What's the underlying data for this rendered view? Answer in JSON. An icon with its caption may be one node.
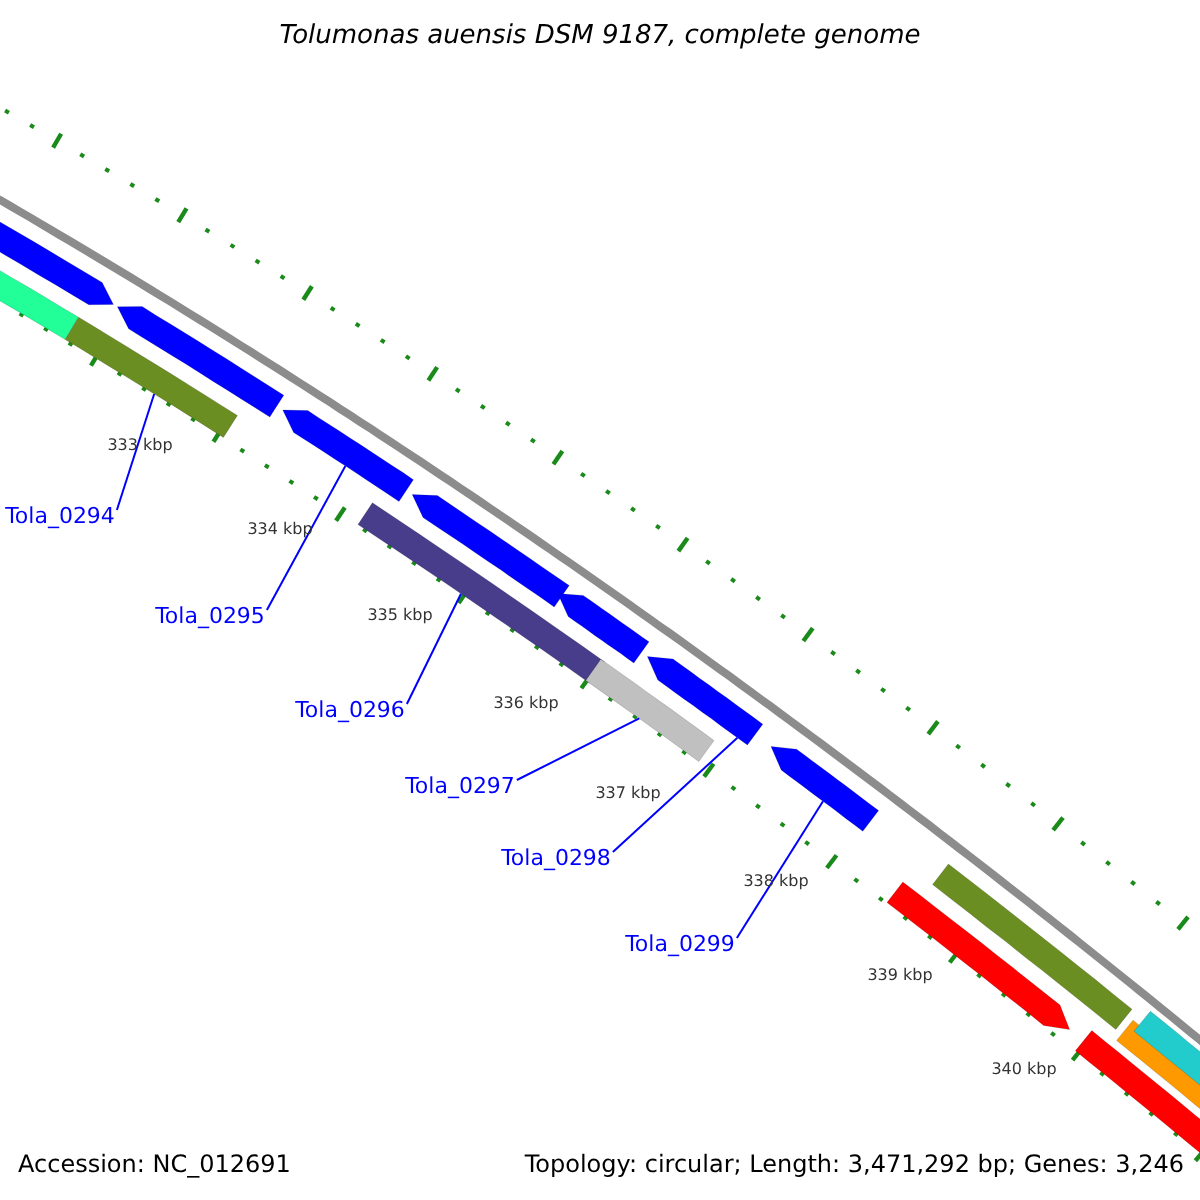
{
  "diagram": {
    "title": "Tolumonas auensis DSM 9187, complete genome",
    "nodes": [
      {
        "text": [],
        "shape": "bar"
      },
      {
        "text": [],
        "shape": "bar"
      },
      {
        "text": [],
        "shape": "bar"
      },
      {
        "text": [],
        "shape": "bar"
      },
      {
        "text": [],
        "shape": "bar"
      },
      {
        "text": [],
        "shape": "bar"
      },
      {
        "text": [],
        "shape": "bar"
      },
      {
        "text": [],
        "shape": "bar"
      },
      {
        "text": [],
        "shape": "bar"
      },
      {
        "text": [],
        "shape": "bar"
      },
      {
        "text": [],
        "shape": "bar"
      },
      {
        "text": [],
        "shape": "bar"
      },
      {
        "text": [],
        "shape": "bar"
      },
      {
        "text": [],
        "shape": "bar"
      },
      {
        "text": [],
        "shape": "bar"
      },
      {
        "text": [],
        "shape": "bar"
      },
      {
        "text": [
          "Tola_0294"
        ]
      },
      {
        "text": [
          "Tola_0295"
        ]
      },
      {
        "text": [
          "Tola_0296"
        ]
      },
      {
        "text": [
          "Tola_0297"
        ]
      },
      {
        "text": [
          "Tola_0298"
        ]
      },
      {
        "text": [
          "Tola_0299"
        ]
      }
    ],
    "edges": [
      {
        "from": 16,
        "to": 3,
        "arrow": "none"
      },
      {
        "from": 17,
        "to": 4,
        "arrow": "none"
      },
      {
        "from": 18,
        "to": 5,
        "arrow": "none"
      },
      {
        "from": 19,
        "to": 8,
        "arrow": "none"
      },
      {
        "from": 20,
        "to": 9,
        "arrow": "none"
      },
      {
        "from": 21,
        "to": 10,
        "arrow": "none"
      }
    ],
    "labels": [
      "333 kbp",
      "334 kbp",
      "335 kbp",
      "336 kbp",
      "337 kbp",
      "338 kbp",
      "339 kbp",
      "340 kbp",
      "Accession: NC_012691",
      "Topology: circular; Length: 3,471,292 bp; Genes: 3,246"
    ]
  }
}
